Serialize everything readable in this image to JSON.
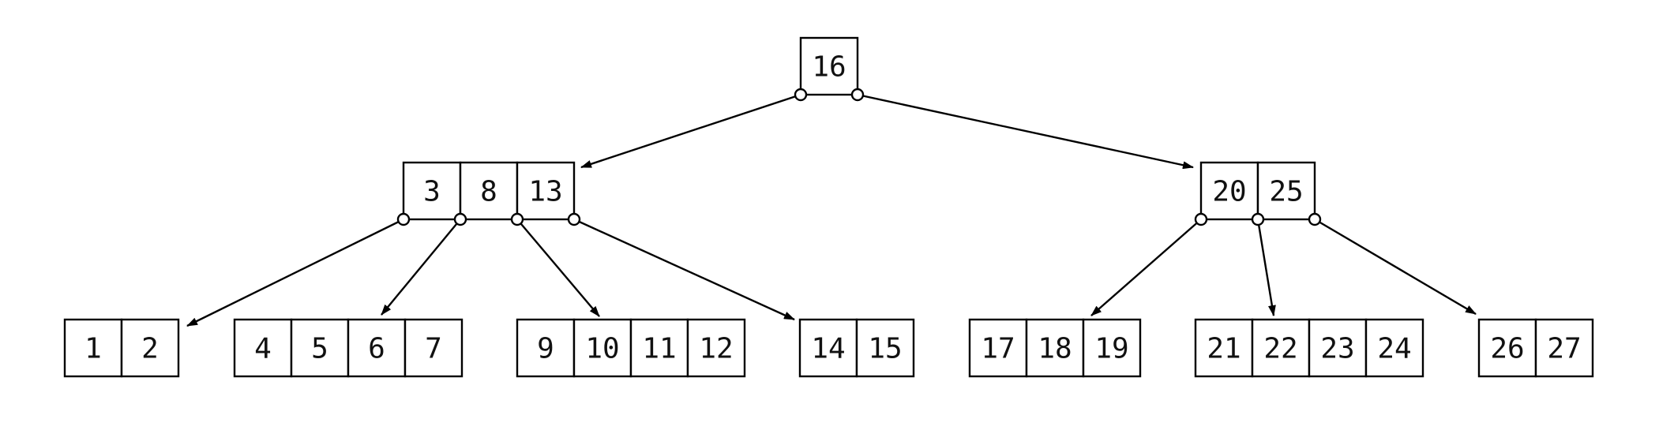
{
  "tree": {
    "nodes": [
      {
        "id": "root",
        "keys": [
          "16"
        ],
        "children": [
          "n-3-8-13",
          "n-20-25"
        ]
      },
      {
        "id": "n-3-8-13",
        "keys": [
          "3",
          "8",
          "13"
        ],
        "children": [
          "leaf-1-2",
          "leaf-4-7",
          "leaf-9-12",
          "leaf-14-15"
        ]
      },
      {
        "id": "n-20-25",
        "keys": [
          "20",
          "25"
        ],
        "children": [
          "leaf-17-19",
          "leaf-21-24",
          "leaf-26-27"
        ]
      },
      {
        "id": "leaf-1-2",
        "keys": [
          "1",
          "2"
        ],
        "children": []
      },
      {
        "id": "leaf-4-7",
        "keys": [
          "4",
          "5",
          "6",
          "7"
        ],
        "children": []
      },
      {
        "id": "leaf-9-12",
        "keys": [
          "9",
          "10",
          "11",
          "12"
        ],
        "children": []
      },
      {
        "id": "leaf-14-15",
        "keys": [
          "14",
          "15"
        ],
        "children": []
      },
      {
        "id": "leaf-17-19",
        "keys": [
          "17",
          "18",
          "19"
        ],
        "children": []
      },
      {
        "id": "leaf-21-24",
        "keys": [
          "21",
          "22",
          "23",
          "24"
        ],
        "children": []
      },
      {
        "id": "leaf-26-27",
        "keys": [
          "26",
          "27"
        ],
        "children": []
      }
    ]
  }
}
